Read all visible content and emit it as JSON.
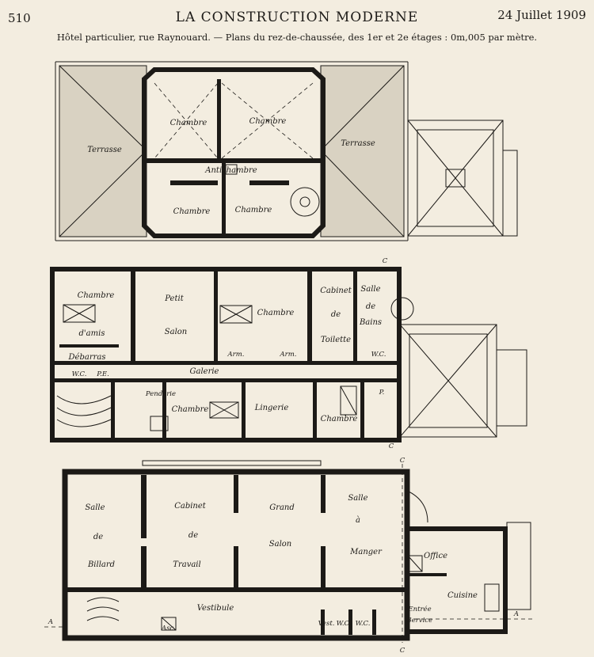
{
  "header": {
    "page_number": "510",
    "journal": "LA CONSTRUCTION MODERNE",
    "date": "24 Juillet 1909",
    "caption": "Hôtel particulier, rue Raynouard. — Plans du rez-de-chaussée, des 1er et 2e étages : 0m,005 par mètre."
  },
  "plan_top": {
    "terrasse_left": "Terrasse",
    "terrasse_right": "Terrasse",
    "chambre_1": "Chambre",
    "chambre_2": "Chambre",
    "antichambre": "Antichambre",
    "chambre_3": "Chambre",
    "chambre_4": "Chambre"
  },
  "plan_middle": {
    "chambre_amis_1": "Chambre",
    "chambre_amis_2": "d'amis",
    "petit_salon_1": "Petit",
    "petit_salon_2": "Salon",
    "chambre_center": "Chambre",
    "cabinet_1": "Cabinet",
    "cabinet_2": "de",
    "cabinet_3": "Toilette",
    "salle_bains_1": "Salle",
    "salle_bains_2": "de",
    "salle_bains_3": "Bains",
    "wc_right": "W.C.",
    "debarras": "Débarras",
    "wc_left": "W.C.",
    "pe": "P.E.",
    "arm_1": "Arm.",
    "arm_2": "Arm.",
    "galerie": "Galerie",
    "penderie": "Penderie",
    "chambre_bottom": "Chambre",
    "lingerie": "Lingerie",
    "chambre_bottom_right": "Chambre",
    "p": "P.",
    "section_c_top": "C",
    "section_c_bottom": "C"
  },
  "plan_bottom": {
    "billard_1": "Salle",
    "billard_2": "de",
    "billard_3": "Billard",
    "travail_1": "Cabinet",
    "travail_2": "de",
    "travail_3": "Travail",
    "grand_salon_1": "Grand",
    "grand_salon_2": "Salon",
    "manger_1": "Salle",
    "manger_2": "à",
    "manger_3": "Manger",
    "office": "Office",
    "cuisine": "Cuisine",
    "vestibule": "Vestibule",
    "asc": "Asc.",
    "vest": "Vest.",
    "wc_1": "W.C.",
    "wc_2": "W.C.",
    "entree_1": "Entrée",
    "entree_2": "Service",
    "section_a_left": "A",
    "section_a_right": "A",
    "section_c_top": "C",
    "section_c_bottom": "C"
  }
}
